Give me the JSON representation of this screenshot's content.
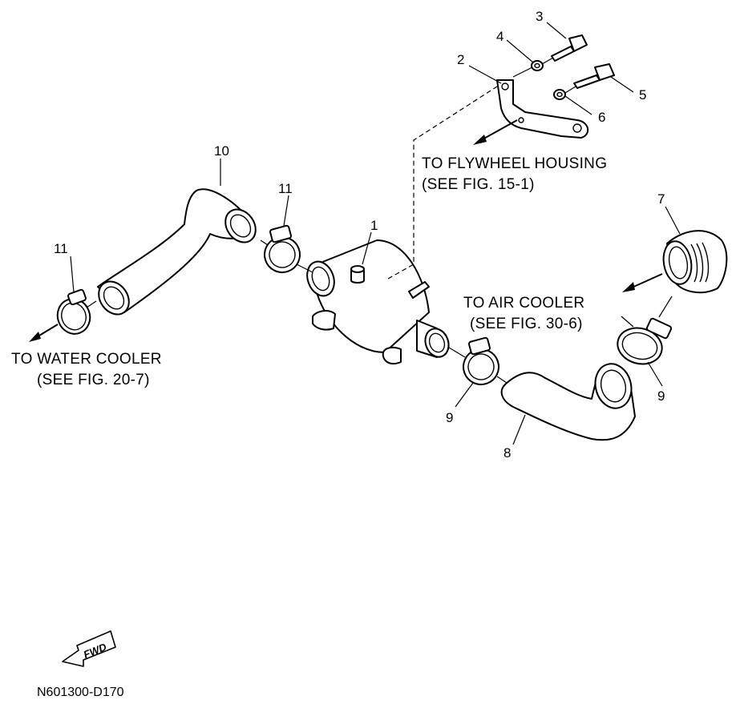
{
  "diagram": {
    "callouts": {
      "p1": "1",
      "p2": "2",
      "p3": "3",
      "p4": "4",
      "p5": "5",
      "p6": "6",
      "p7": "7",
      "p8": "8",
      "p9a": "9",
      "p9b": "9",
      "p10": "10",
      "p11a": "11",
      "p11b": "11"
    },
    "notes": {
      "flywheel_line1": "TO FLYWHEEL HOUSING",
      "flywheel_line2": "(SEE FIG. 15-1)",
      "air_line1": "TO AIR COOLER",
      "air_line2": "(SEE FIG. 30-6)",
      "water_line1": "TO WATER COOLER",
      "water_line2": "(SEE FIG. 20-7)"
    },
    "fwd_label": "FWD",
    "drawing_code": "N601300-D170"
  }
}
